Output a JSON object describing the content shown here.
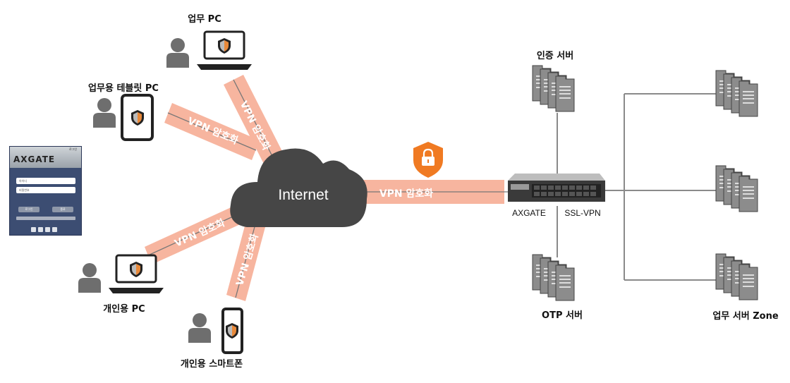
{
  "nodes": {
    "work_pc": "업무 PC",
    "work_tablet": "업무용 테블릿 PC",
    "personal_pc": "개인용 PC",
    "personal_smartphone": "개인용 스마트폰",
    "internet": "Internet",
    "axgate": "AXGATE",
    "ssl_vpn": "SSL-VPN",
    "auth_server": "인증 서버",
    "otp_server": "OTP 서버",
    "work_server_zone": "업무 서버 Zone"
  },
  "links": {
    "vpn_label": "VPN 암호화"
  },
  "login_panel": {
    "logo": "AXGATE",
    "top_link": "로그인",
    "id_placeholder": "아이디",
    "pw_placeholder": "비밀번호",
    "login_button": "로그인",
    "exit_button": "종료"
  },
  "colors": {
    "vpn_band": "#f7b59f",
    "cloud": "#454545",
    "lock_badge": "#f07a22",
    "person": "#6e6e6e",
    "server": "#8a8a8a"
  },
  "icons": [
    "person-icon",
    "laptop-icon",
    "tablet-icon",
    "smartphone-icon",
    "cloud-icon",
    "lock-shield-icon",
    "server-stack-icon",
    "appliance-icon"
  ]
}
